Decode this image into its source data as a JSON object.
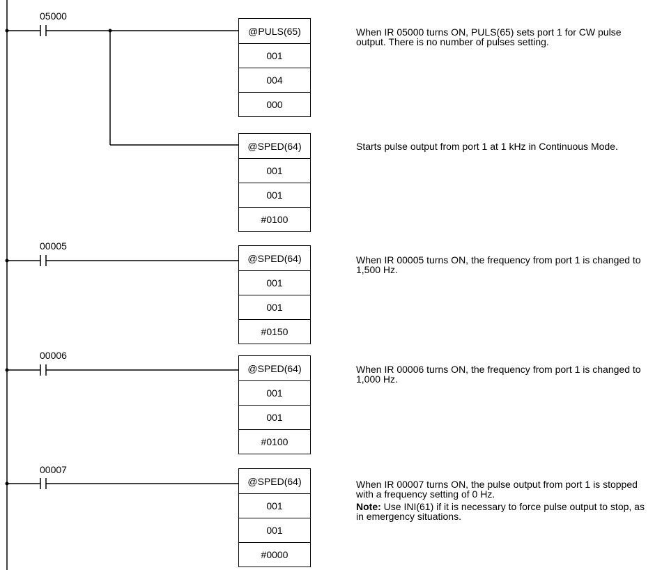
{
  "rungs": [
    {
      "contact": "05000",
      "instructions": [
        {
          "operands": [
            "@PULS(65)",
            "001",
            "004",
            "000"
          ],
          "description": "When IR 05000 turns ON, PULS(65) sets port 1 for CW pulse output. There is no number of pulses setting."
        },
        {
          "operands": [
            "@SPED(64)",
            "001",
            "001",
            "#0100"
          ],
          "description": "Starts pulse output from port 1 at 1 kHz in Continuous Mode."
        }
      ]
    },
    {
      "contact": "00005",
      "instructions": [
        {
          "operands": [
            "@SPED(64)",
            "001",
            "001",
            "#0150"
          ],
          "description": "When IR 00005 turns ON, the frequency from port 1 is changed to 1,500 Hz."
        }
      ]
    },
    {
      "contact": "00006",
      "instructions": [
        {
          "operands": [
            "@SPED(64)",
            "001",
            "001",
            "#0100"
          ],
          "description": "When IR 00006 turns ON, the frequency from port 1 is changed to 1,000 Hz."
        }
      ]
    },
    {
      "contact": "00007",
      "instructions": [
        {
          "operands": [
            "@SPED(64)",
            "001",
            "001",
            "#0000"
          ],
          "description": "When IR 00007 turns ON, the pulse output from port 1 is stopped with a frequency setting of 0 Hz.",
          "note_label": "Note:",
          "note_text": " Use INI(61) if it is necessary to force pulse output to stop, as in emergency situations."
        }
      ]
    }
  ]
}
